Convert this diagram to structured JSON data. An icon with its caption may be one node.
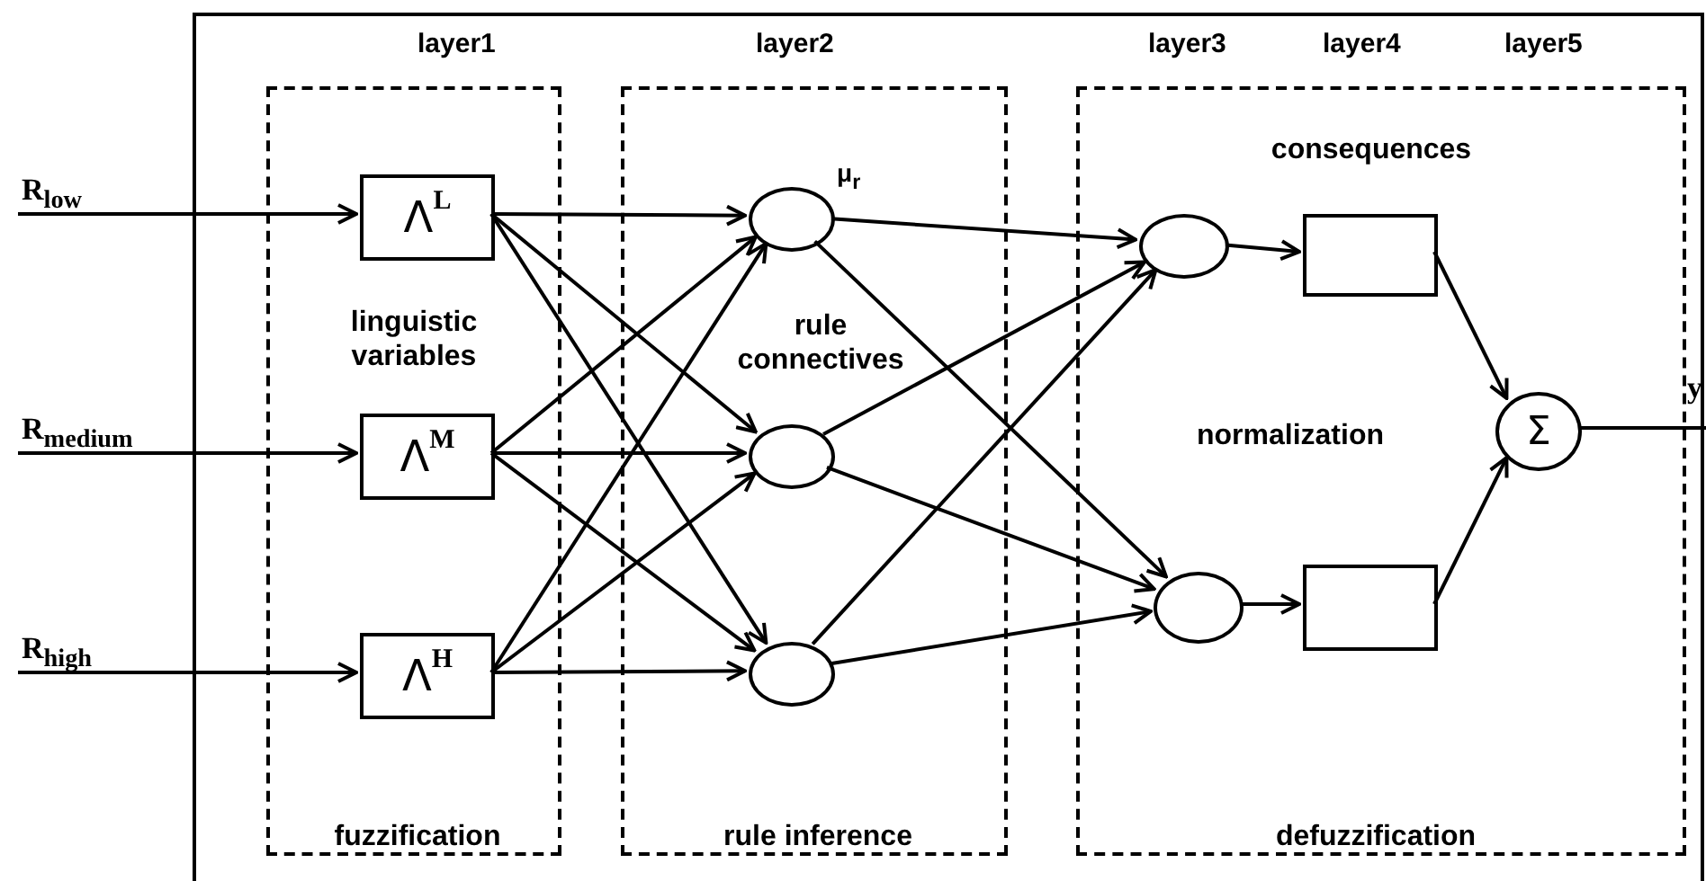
{
  "diagram": {
    "nodes": [
      {
        "text": [
          "linguistic variables",
          "fuzzification"
        ]
      },
      {
        "text": [
          "rule connectives",
          "rule inference"
        ]
      },
      {
        "text": [
          "consequences",
          "normalization",
          "defuzzification"
        ]
      },
      {
        "text": [
          "Λ$^{L}$"
        ],
        "in": 0
      },
      {
        "text": [
          "Λ$^{M}$"
        ],
        "in": 0
      },
      {
        "text": [
          "Λ$^{H}$"
        ],
        "in": 0
      },
      {
        "text": [],
        "shape": "circle",
        "in": 1,
        "beside": [
          "μ$_{r}$"
        ]
      },
      {
        "text": [],
        "shape": "circle",
        "in": 1
      },
      {
        "text": [],
        "shape": "circle",
        "in": 1
      },
      {
        "text": [],
        "shape": "circle",
        "in": 2
      },
      {
        "text": [],
        "shape": "circle",
        "in": 2
      },
      {
        "text": [],
        "shape": "box",
        "in": 2
      },
      {
        "text": [],
        "shape": "box",
        "in": 2
      },
      {
        "text": [
          "Σ"
        ],
        "in": 2
      }
    ],
    "edges": [
      {
        "from": null,
        "to": 3,
        "arrow": "to",
        "label": "R$_{low}$"
      },
      {
        "from": null,
        "to": 4,
        "arrow": "to",
        "label": "R$_{medium}$"
      },
      {
        "from": null,
        "to": 5,
        "arrow": "to",
        "label": "R$_{high}$"
      },
      {
        "from": 3,
        "to": 6,
        "arrow": "to"
      },
      {
        "from": 3,
        "to": 7,
        "arrow": "to"
      },
      {
        "from": 3,
        "to": 8,
        "arrow": "to"
      },
      {
        "from": 4,
        "to": 6,
        "arrow": "to"
      },
      {
        "from": 4,
        "to": 7,
        "arrow": "to"
      },
      {
        "from": 4,
        "to": 8,
        "arrow": "to"
      },
      {
        "from": 5,
        "to": 6,
        "arrow": "to"
      },
      {
        "from": 5,
        "to": 7,
        "arrow": "to"
      },
      {
        "from": 5,
        "to": 8,
        "arrow": "to"
      },
      {
        "from": 6,
        "to": 9,
        "arrow": "to"
      },
      {
        "from": 6,
        "to": 10,
        "arrow": "to"
      },
      {
        "from": 7,
        "to": 9,
        "arrow": "to"
      },
      {
        "from": 7,
        "to": 10,
        "arrow": "to"
      },
      {
        "from": 8,
        "to": 9,
        "arrow": "to"
      },
      {
        "from": 8,
        "to": 10,
        "arrow": "to"
      },
      {
        "from": 9,
        "to": 11,
        "arrow": "to"
      },
      {
        "from": 10,
        "to": 12,
        "arrow": "to"
      },
      {
        "from": 11,
        "to": 13,
        "arrow": "to"
      },
      {
        "from": 12,
        "to": 13,
        "arrow": "to"
      },
      {
        "from": 13,
        "to": null,
        "arrow": "none",
        "label": "y"
      }
    ],
    "labels": [
      "layer1",
      "layer2",
      "layer3",
      "layer4",
      "layer5"
    ]
  }
}
